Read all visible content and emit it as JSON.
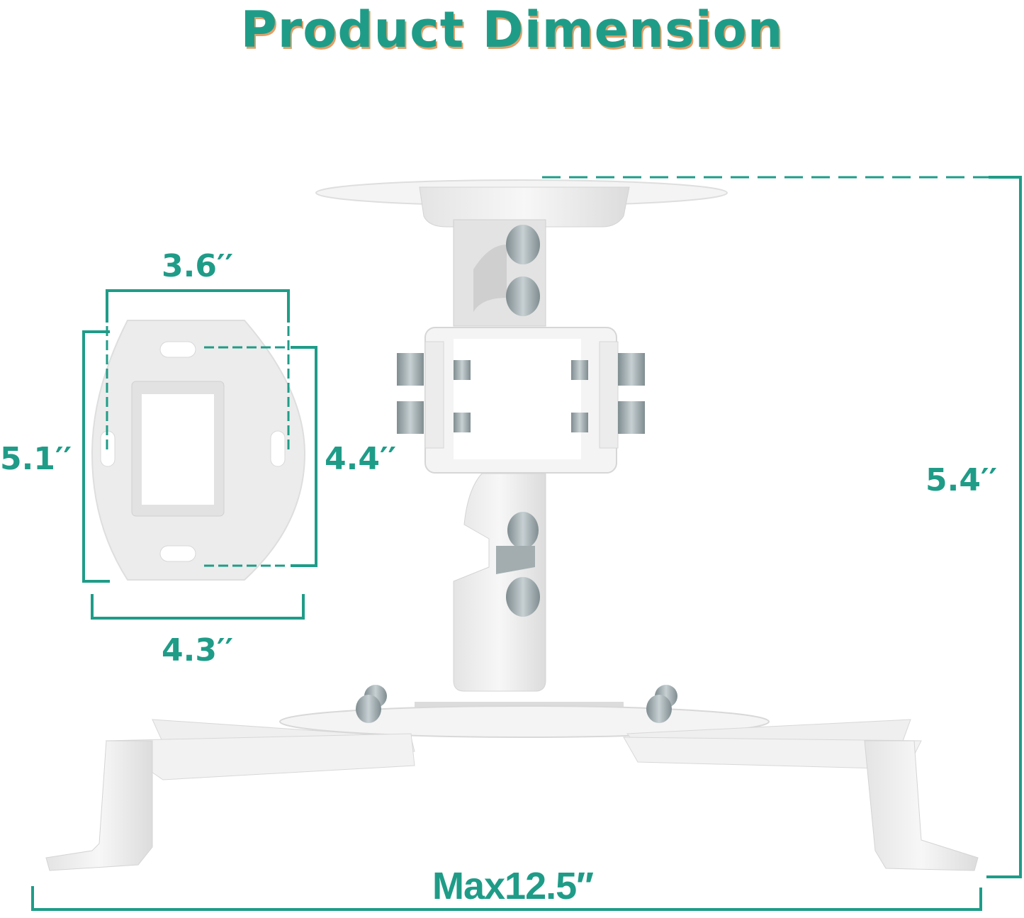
{
  "title": "Product Dimension",
  "colors": {
    "accent": "#1f9c88",
    "title_shadow": "#e0a06a",
    "product_white": "#f2f2f2",
    "product_shadow": "#d6d6d6",
    "metal": "#9aa7ab",
    "background": "#ffffff"
  },
  "plate_dimensions": {
    "hole_spacing_width": "3.6′′",
    "overall_height": "5.1′′",
    "hole_spacing_height": "4.4′′",
    "overall_width": "4.3′′"
  },
  "mount_dimensions": {
    "height": "5.4′′",
    "max_width": "Max12.5′′"
  }
}
